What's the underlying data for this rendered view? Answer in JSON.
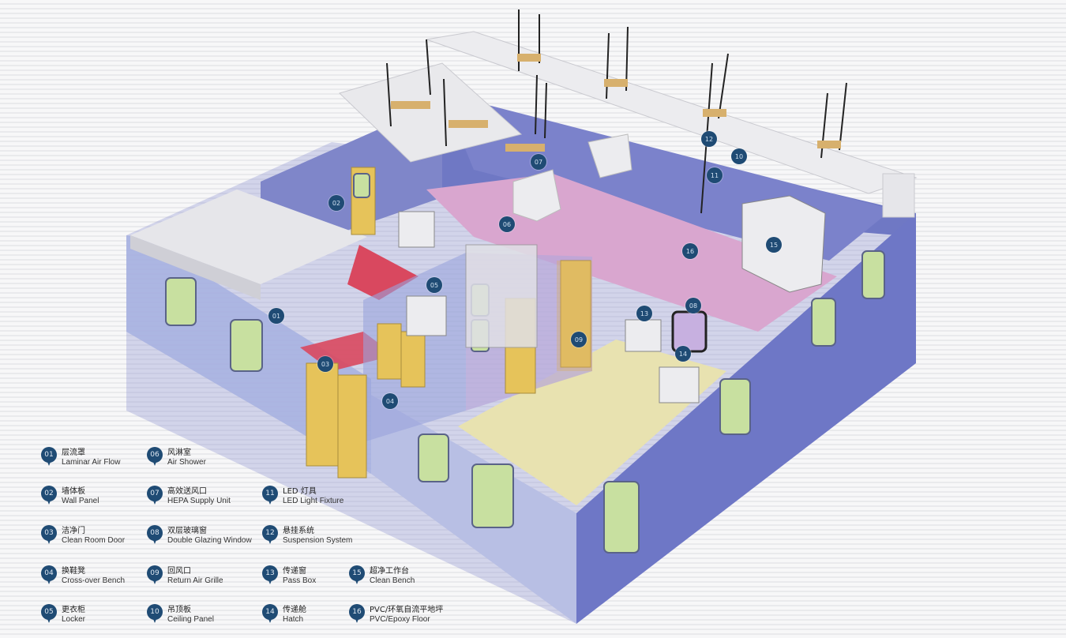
{
  "legend": [
    {
      "num": "01",
      "zh": "层流罩",
      "en": "Laminar Air Flow"
    },
    {
      "num": "06",
      "zh": "风淋室",
      "en": "Air Shower"
    },
    {
      "num": "02",
      "zh": "墙体板",
      "en": "Wall Panel"
    },
    {
      "num": "07",
      "zh": "高效送风口",
      "en": "HEPA Supply Unit"
    },
    {
      "num": "11",
      "zh": "LED 灯具",
      "en": "LED Light Fixture"
    },
    {
      "num": "03",
      "zh": "洁净门",
      "en": "Clean Room Door"
    },
    {
      "num": "08",
      "zh": "双层玻璃窗",
      "en": "Double Glazing Window"
    },
    {
      "num": "12",
      "zh": "悬挂系统",
      "en": "Suspension System"
    },
    {
      "num": "04",
      "zh": "换鞋凳",
      "en": "Cross-over Bench"
    },
    {
      "num": "09",
      "zh": "回风口",
      "en": "Return Air Grille"
    },
    {
      "num": "13",
      "zh": "传递窗",
      "en": "Pass Box"
    },
    {
      "num": "15",
      "zh": "超净工作台",
      "en": "Clean Bench"
    },
    {
      "num": "05",
      "zh": "更衣柜",
      "en": "Locker"
    },
    {
      "num": "10",
      "zh": "吊顶板",
      "en": "Ceiling Panel"
    },
    {
      "num": "14",
      "zh": "传递舱",
      "en": "Hatch"
    },
    {
      "num": "16",
      "zh": "PVC/环氧自流平地坪",
      "en": "PVC/Epoxy Floor"
    }
  ],
  "markers": [
    "01",
    "02",
    "03",
    "04",
    "05",
    "06",
    "07",
    "08",
    "09",
    "10",
    "11",
    "12",
    "13",
    "14",
    "15",
    "16"
  ],
  "colors": {
    "wall": "#7f86c9",
    "ceiling": "#6f78c4",
    "pink": "#d9a6cf",
    "floor": "#e8e2b0",
    "door": "#e6c35a",
    "duct": "#e9e9ec",
    "marker": "#1f4b74"
  }
}
